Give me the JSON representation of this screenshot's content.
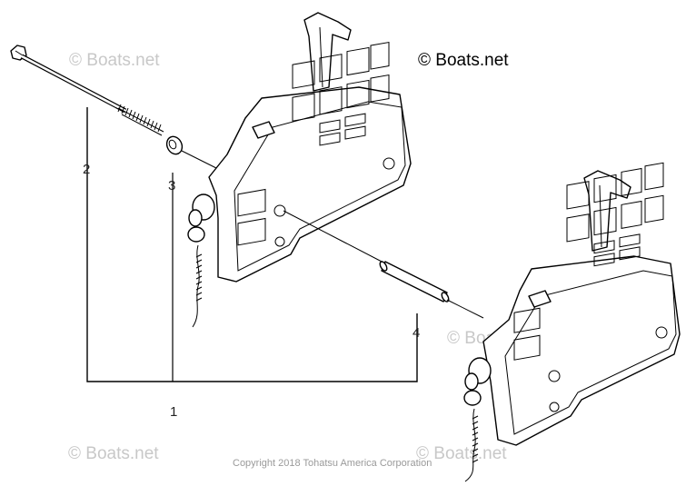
{
  "watermarks": [
    "© Boats.net",
    "© Boats.net",
    "© Boats.net",
    "© Boats.net"
  ],
  "copyright_main": "© Boats.net",
  "copyright_footer": "Copyright 2018 Tohatsu America Corporation",
  "callouts": [
    "1",
    "2",
    "3",
    "4"
  ]
}
